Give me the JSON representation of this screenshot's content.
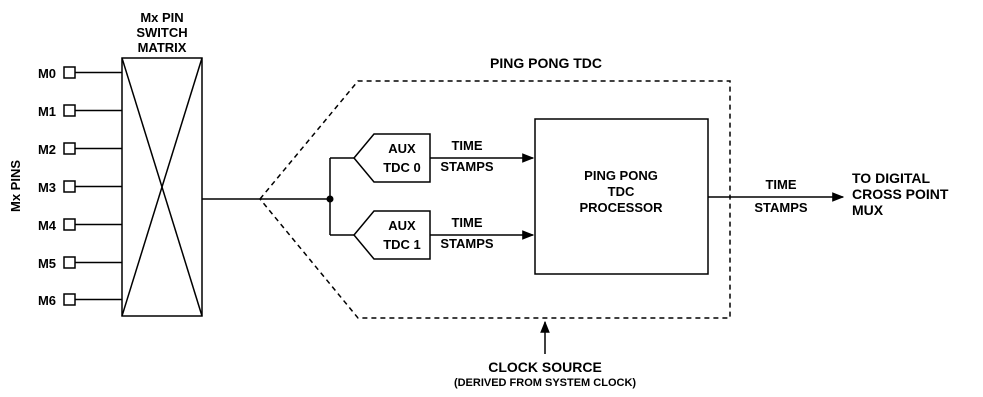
{
  "switch_matrix": {
    "title_lines": [
      "Mx PIN",
      "SWITCH",
      "MATRIX"
    ]
  },
  "pins_label": "Mx PINS",
  "pins": [
    "M0",
    "M1",
    "M2",
    "M3",
    "M4",
    "M5",
    "M6"
  ],
  "ping_pong_tdc": {
    "title": "PING PONG TDC",
    "aux_tdc_0": [
      "AUX",
      "TDC 0"
    ],
    "aux_tdc_1": [
      "AUX",
      "TDC 1"
    ],
    "time_stamps_0": [
      "TIME",
      "STAMPS"
    ],
    "time_stamps_1": [
      "TIME",
      "STAMPS"
    ],
    "processor": [
      "PING PONG",
      "TDC",
      "PROCESSOR"
    ]
  },
  "output": {
    "time_stamps": [
      "TIME",
      "STAMPS"
    ],
    "destination": [
      "TO DIGITAL",
      "CROSS POINT",
      "MUX"
    ]
  },
  "clock": {
    "title": "CLOCK SOURCE",
    "subtitle": "(DERIVED FROM SYSTEM CLOCK)"
  }
}
